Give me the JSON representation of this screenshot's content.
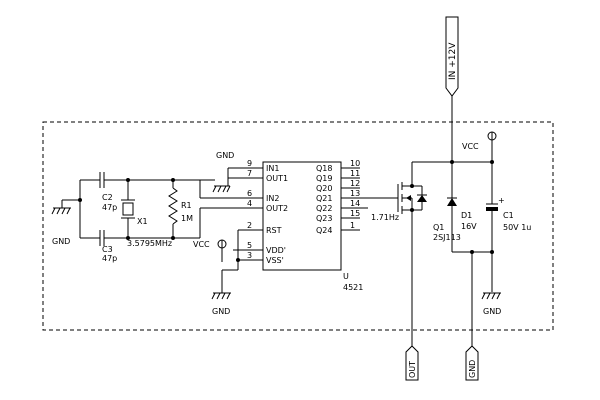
{
  "ports": {
    "in_12v": "IN +12V",
    "out": "OUT",
    "gnd": "GND"
  },
  "power": {
    "gnd": "GND",
    "vcc": "VCC"
  },
  "components": {
    "c2": {
      "ref": "C2",
      "value": "47p"
    },
    "c3": {
      "ref": "C3",
      "value": "47p"
    },
    "x1": {
      "ref": "X1",
      "value": "3.5795MHz"
    },
    "r1": {
      "ref": "R1",
      "value": "1M"
    },
    "u": {
      "ref": "U",
      "part": "4521",
      "left_pins": [
        {
          "num": "9",
          "name": "IN1"
        },
        {
          "num": "7",
          "name": "OUT1"
        },
        {
          "num": "6",
          "name": "IN2"
        },
        {
          "num": "4",
          "name": "OUT2"
        },
        {
          "num": "2",
          "name": "RST"
        },
        {
          "num": "5",
          "name": "VDD'"
        },
        {
          "num": "3",
          "name": "VSS'"
        }
      ],
      "right_pins": [
        {
          "num": "10",
          "name": "Q18"
        },
        {
          "num": "11",
          "name": "Q19"
        },
        {
          "num": "12",
          "name": "Q20"
        },
        {
          "num": "13",
          "name": "Q21"
        },
        {
          "num": "14",
          "name": "Q22"
        },
        {
          "num": "15",
          "name": "Q23"
        },
        {
          "num": "1",
          "name": "Q24"
        }
      ]
    },
    "signal_freq": "1.71Hz",
    "q1": {
      "ref": "Q1",
      "value": "2SJ113"
    },
    "d1": {
      "ref": "D1",
      "value": "16V"
    },
    "c1": {
      "ref": "C1",
      "value": "50V 1u"
    }
  }
}
